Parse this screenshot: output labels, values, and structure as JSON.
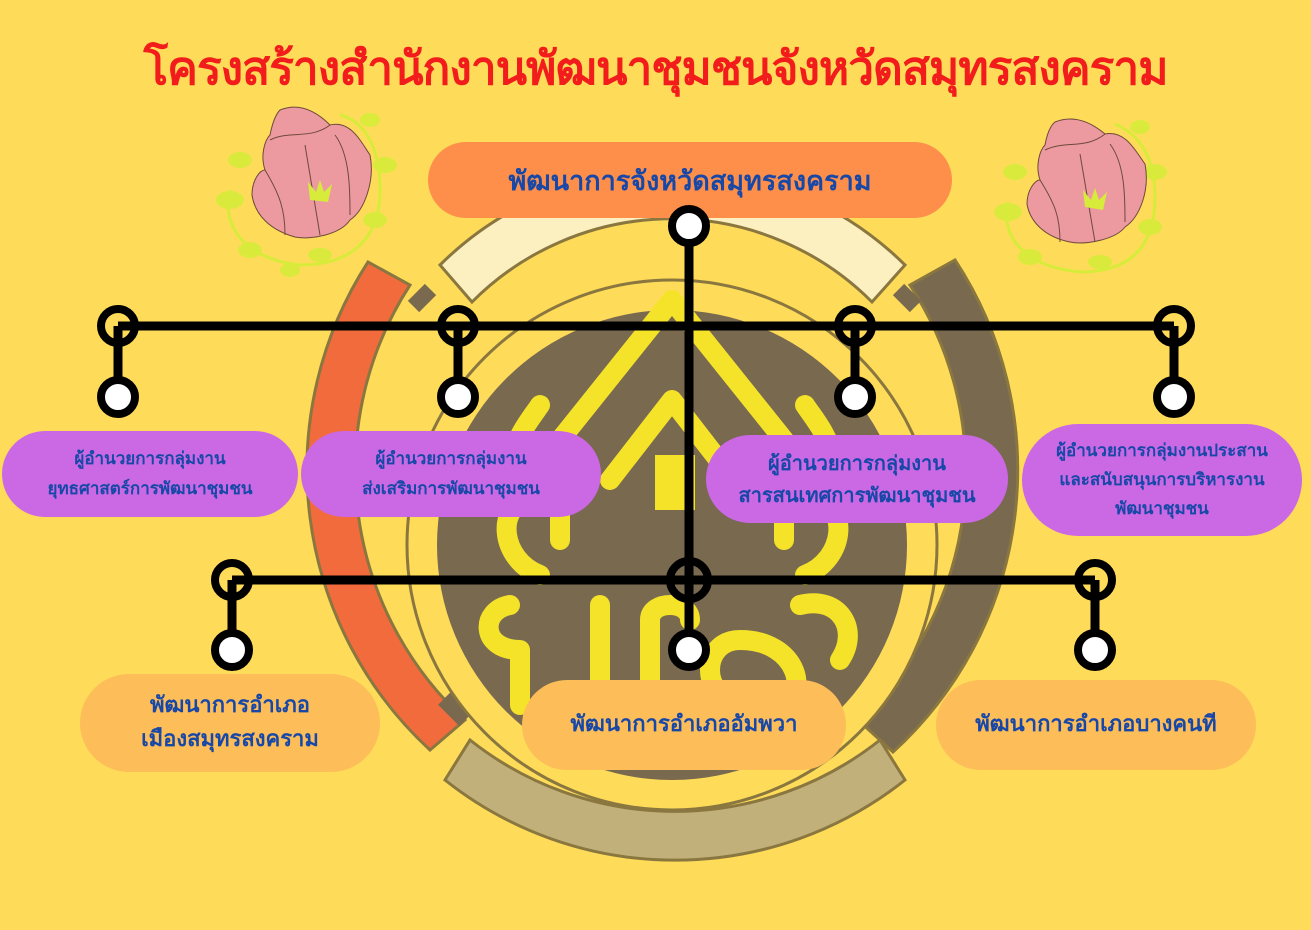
{
  "title": "โครงสร้างสำนักงานพัฒนาชุมชนจังหวัดสมุทรสงคราม",
  "colors": {
    "background": "#fedb58",
    "title": "#f21c1c",
    "node_text": "#1748a8",
    "top_node": "#fd8f4a",
    "group_node": "#cb69e4",
    "district_node": "#fdbd58",
    "connector": "#000000"
  },
  "root": {
    "label": "พัฒนาการจังหวัดสมุทรสงคราม"
  },
  "groups": [
    {
      "line1": "ผู้อำนวยการกลุ่มงาน",
      "line2": "ยุทธศาสตร์การพัฒนาชุมชน",
      "line3": ""
    },
    {
      "line1": "ผู้อำนวยการกลุ่มงาน",
      "line2": "ส่งเสริมการพัฒนาชุมชน",
      "line3": ""
    },
    {
      "line1": "ผู้อำนวยการกลุ่มงาน",
      "line2": "สารสนเทศการพัฒนาชุมชน",
      "line3": ""
    },
    {
      "line1": "ผู้อำนวยการกลุ่มงานประสาน",
      "line2": "และสนับสนุนการบริหารงาน",
      "line3": "พัฒนาชุมชน"
    }
  ],
  "districts": [
    {
      "line1": "พัฒนาการอำเภอ",
      "line2": "เมืองสมุทรสงคราม"
    },
    {
      "line1": "พัฒนาการอำเภออัมพวา",
      "line2": ""
    },
    {
      "line1": "พัฒนาการอำเภอบางคนที",
      "line2": ""
    }
  ],
  "decorations": {
    "left_flower": "lotus-icon",
    "right_flower": "lotus-icon",
    "background_emblem": "community-development-emblem"
  }
}
